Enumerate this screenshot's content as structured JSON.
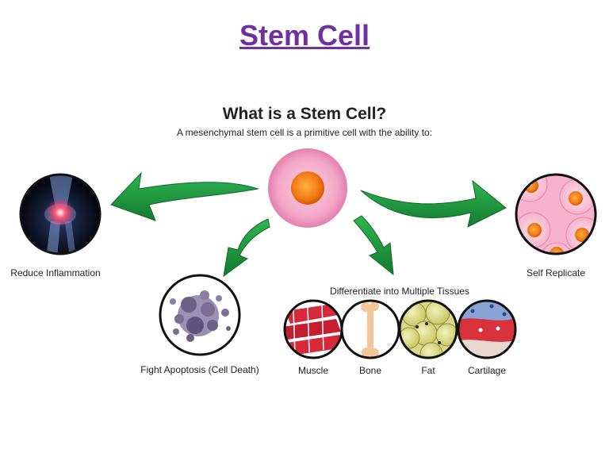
{
  "slide": {
    "title": "Stem Cell"
  },
  "diagram": {
    "heading": "What is a Stem Cell?",
    "subheading": "A mesenchymal stem cell is a primitive cell with the ability to:",
    "abilities": [
      {
        "label": "Reduce Inflammation"
      },
      {
        "label": "Self Replicate"
      },
      {
        "label": "Fight Apoptosis (Cell Death)"
      },
      {
        "label": "Differentiate into Multiple Tissues"
      }
    ],
    "tissues": [
      {
        "label": "Muscle"
      },
      {
        "label": "Bone"
      },
      {
        "label": "Fat"
      },
      {
        "label": "Cartilage"
      }
    ]
  },
  "colors": {
    "title": "#7030a0",
    "arrow": "#1e9a3c",
    "cell_outer": "#f3a6c6",
    "cell_nucleus": "#f27b16",
    "circle_border": "#111111"
  }
}
